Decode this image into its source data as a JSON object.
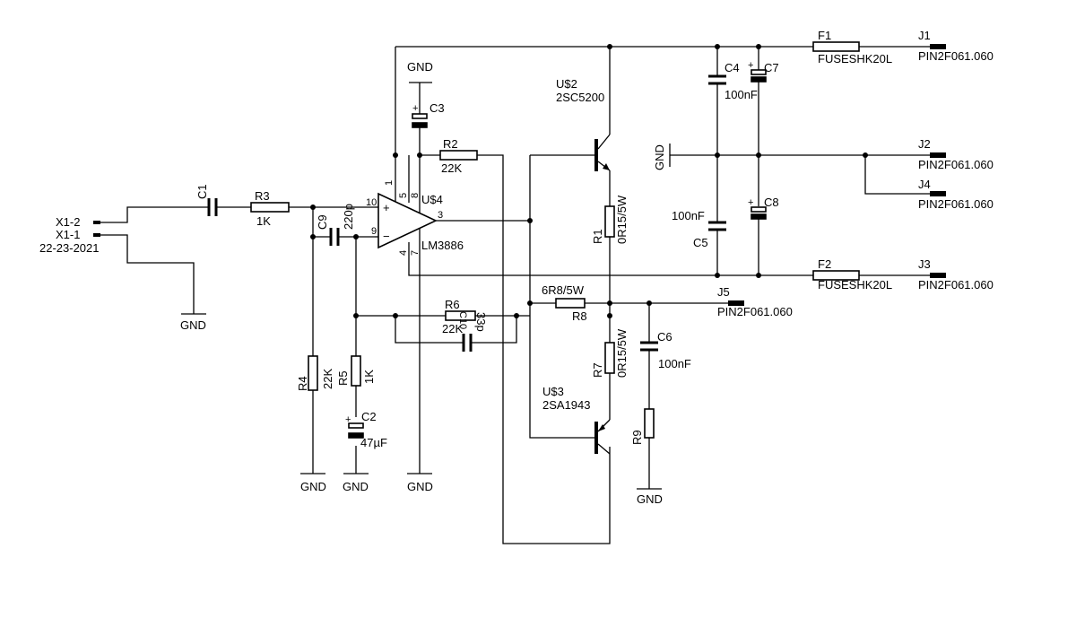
{
  "labels": {
    "x1_2": "X1-2",
    "x1_1": "X1-1",
    "date": "22-23-2021",
    "c1": "C1",
    "r3": "R3",
    "r3_val": "1K",
    "c9": "C9",
    "c9_val": "220p",
    "gnd": "GND",
    "c3": "C3",
    "r2": "R2",
    "r2_val": "22K",
    "u4": "U$4",
    "u4_val": "LM3886",
    "pin10": "10",
    "pin9": "9",
    "pin3": "3",
    "pin1": "1",
    "pin5": "5",
    "pin8": "8",
    "pin4": "4",
    "pin7": "7",
    "plus": "+",
    "minus": "−",
    "r4": "R4",
    "r4_val": "22K",
    "r5": "R5",
    "r5_val": "1K",
    "c2": "C2",
    "c2_val": "47µF",
    "r6": "R6",
    "r6_val": "22K",
    "c10": "C10",
    "c10_val": "33p",
    "u2": "U$2",
    "u2_val": "2SC5200",
    "u3": "U$3",
    "u3_val": "2SA1943",
    "r1": "R1",
    "r1_val": "0R15/5W",
    "r7": "R7",
    "r7_val": "0R15/5W",
    "r8": "R8",
    "r8_val": "6R8/5W",
    "c6": "C6",
    "c6_val": "100nF",
    "r9": "R9",
    "c4": "C4",
    "c7": "C7",
    "c7_val": "100nF",
    "c5": "C5",
    "c5_val": "100nF",
    "c8": "C8",
    "f1": "F1",
    "f1_val": "FUSESHK20L",
    "f2": "F2",
    "f2_val": "FUSESHK20L",
    "j1": "J1",
    "j2": "J2",
    "j3": "J3",
    "j4": "J4",
    "j5": "J5",
    "pin_part": "PIN2F061.060"
  }
}
